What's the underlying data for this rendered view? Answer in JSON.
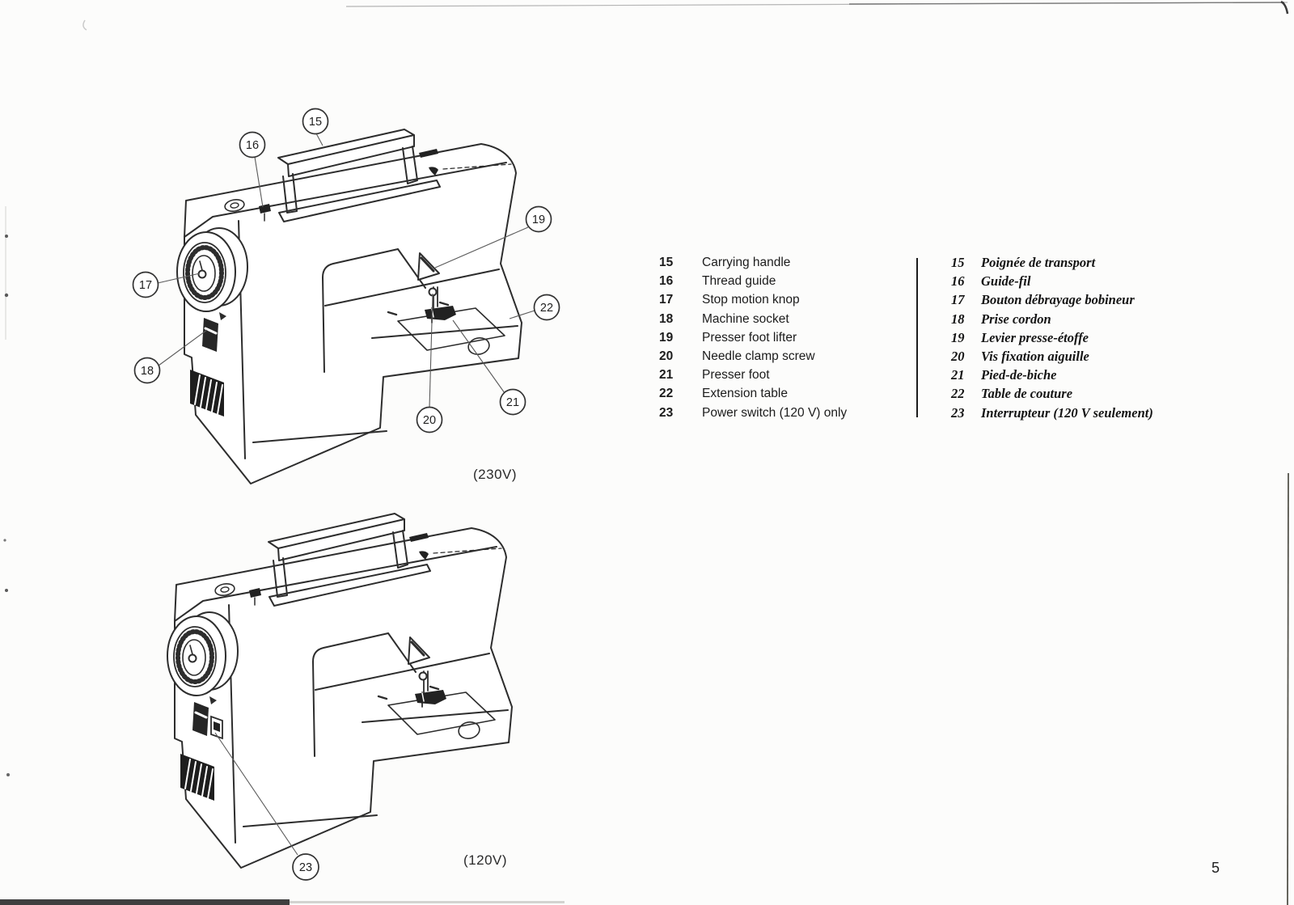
{
  "page": {
    "number": "5"
  },
  "diagram_230v": {
    "caption": "(230V)",
    "callouts": {
      "c15": "15",
      "c16": "16",
      "c17": "17",
      "c18": "18",
      "c19": "19",
      "c20": "20",
      "c21": "21",
      "c22": "22"
    }
  },
  "diagram_120v": {
    "caption": "(120V)",
    "callouts": {
      "c23": "23"
    }
  },
  "parts_list_en": {
    "items": [
      {
        "num": "15",
        "label": "Carrying handle"
      },
      {
        "num": "16",
        "label": "Thread guide"
      },
      {
        "num": "17",
        "label": "Stop motion knop"
      },
      {
        "num": "18",
        "label": "Machine socket"
      },
      {
        "num": "19",
        "label": "Presser foot lifter"
      },
      {
        "num": "20",
        "label": "Needle clamp screw"
      },
      {
        "num": "21",
        "label": "Presser foot"
      },
      {
        "num": "22",
        "label": "Extension table"
      },
      {
        "num": "23",
        "label": "Power switch (120 V) only"
      }
    ]
  },
  "parts_list_fr": {
    "items": [
      {
        "num": "15",
        "label": "Poignée de transport"
      },
      {
        "num": "16",
        "label": "Guide-fil"
      },
      {
        "num": "17",
        "label": "Bouton débrayage bobineur"
      },
      {
        "num": "18",
        "label": "Prise cordon"
      },
      {
        "num": "19",
        "label": "Levier presse-étoffe"
      },
      {
        "num": "20",
        "label": "Vis fixation aiguille"
      },
      {
        "num": "21",
        "label": "Pied-de-biche"
      },
      {
        "num": "22",
        "label": "Table de couture"
      },
      {
        "num": "23",
        "label": "Interrupteur (120 V seulement)"
      }
    ]
  }
}
